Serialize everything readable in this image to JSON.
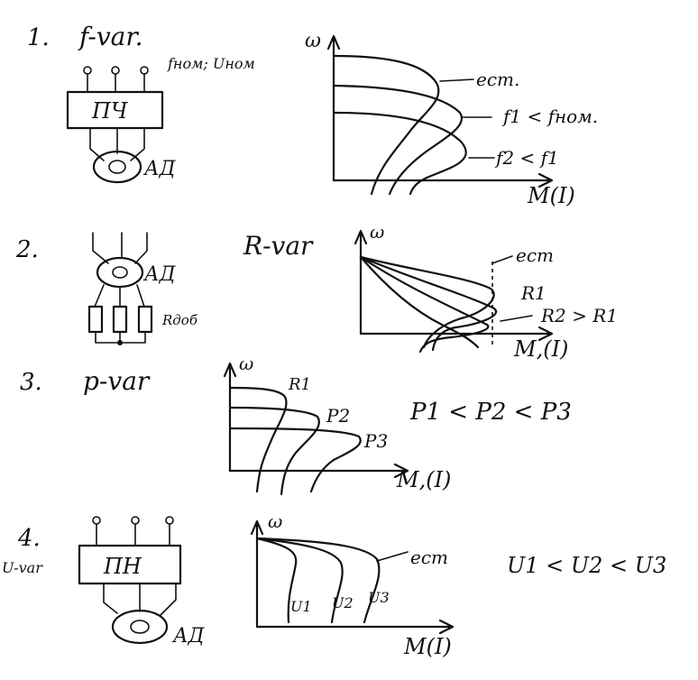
{
  "sections": [
    {
      "number": "1.",
      "title": "f-var.",
      "subtitle": "fном; Uном",
      "block_label": "ПЧ",
      "motor_label": "АД",
      "axis_y": "ω",
      "axis_x": "M(I)",
      "curve_labels": [
        "eст.",
        "f1 < fном.",
        "f2 < f1"
      ]
    },
    {
      "number": "2.",
      "title": "R-var",
      "motor_label": "АД",
      "resistor_label": "Rдоб",
      "axis_y": "ω",
      "axis_x": "M,(I)",
      "curve_labels": [
        "eст",
        "R1",
        "R2 > R1"
      ]
    },
    {
      "number": "3.",
      "title": "p-var",
      "axis_y": "ω",
      "axis_x": "M,(I)",
      "curve_labels": [
        "R1",
        "P2",
        "P3"
      ],
      "relation": "P1 < P2 < P3"
    },
    {
      "number": "4.",
      "title": "U-var",
      "block_label": "ПН",
      "motor_label": "АД",
      "axis_y": "ω",
      "axis_x": "M(I)",
      "curve_labels": [
        "eст",
        "U1",
        "U2",
        "U3"
      ],
      "relation": "U1 < U2 < U3"
    }
  ]
}
